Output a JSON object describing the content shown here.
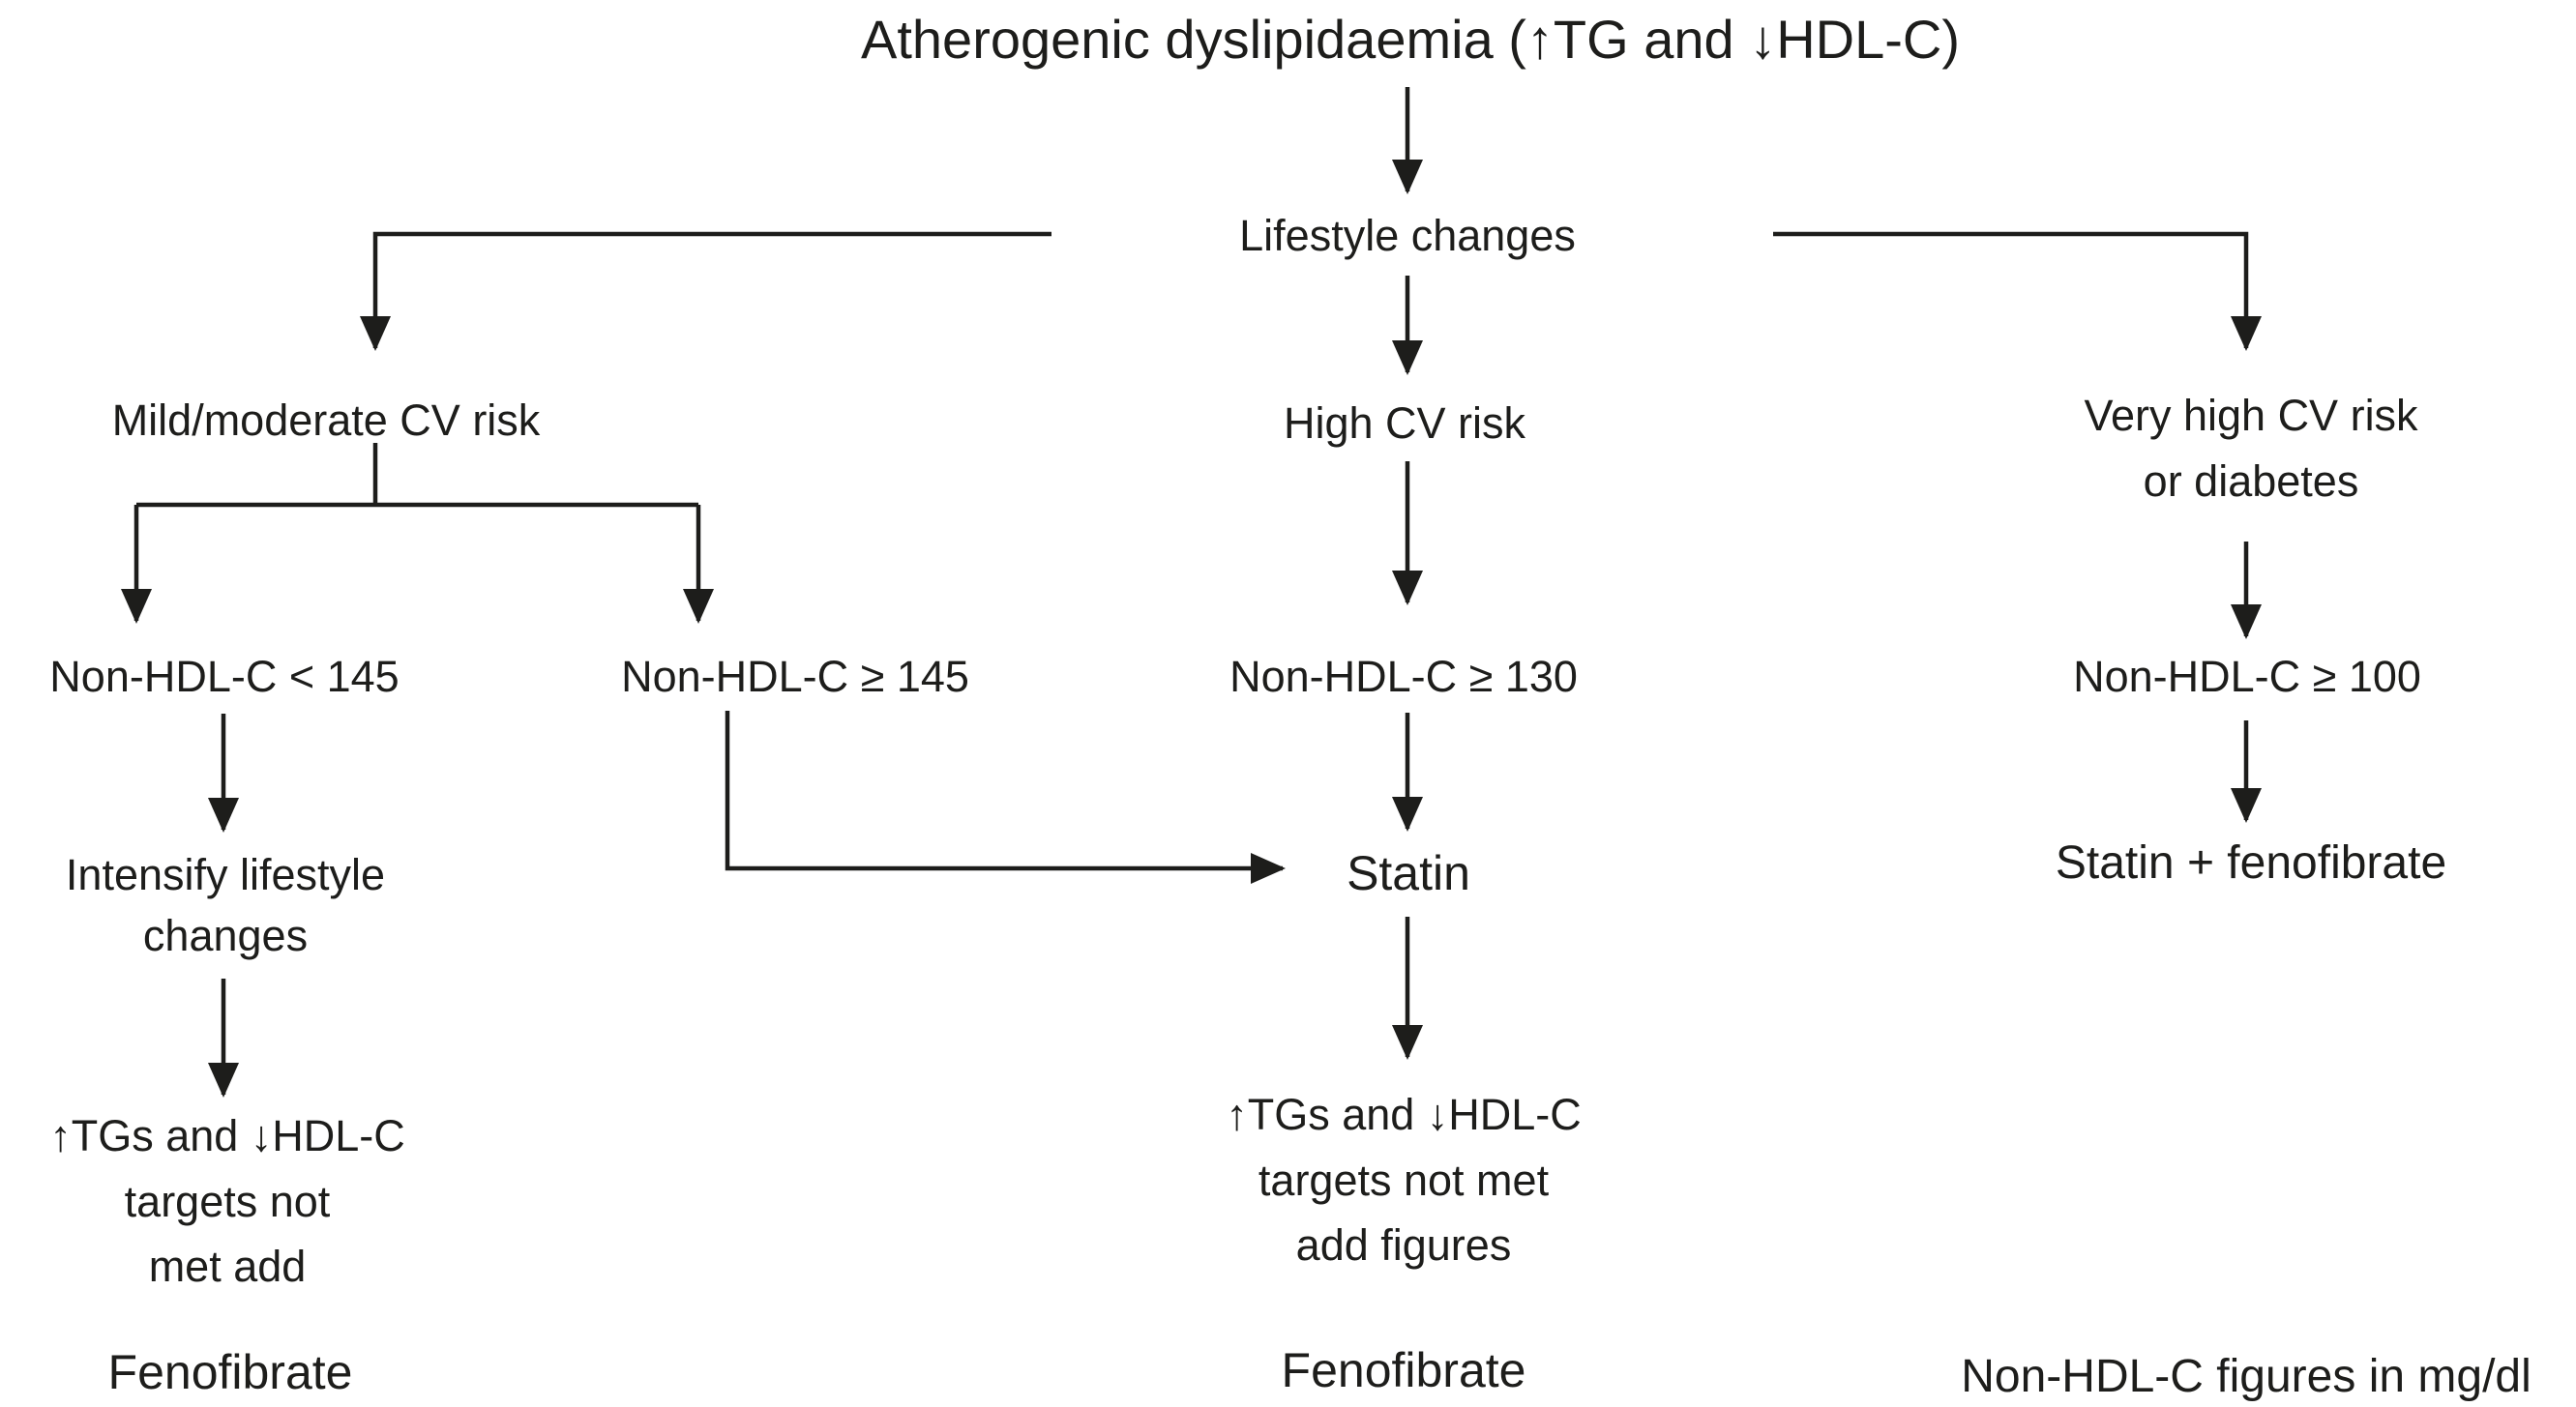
{
  "diagram": {
    "title": "Atherogenic dyslipidaemia (↑TG and ↓HDL-C)",
    "nodes": {
      "lifestyle": "Lifestyle changes",
      "mild_risk": "Mild/moderate CV risk",
      "high_risk": "High CV risk",
      "very_high_risk": [
        "Very high CV risk",
        "or diabetes"
      ],
      "non_hdl_lt_145": "Non-HDL-C < 145",
      "non_hdl_ge_145": "Non-HDL-C ≥ 145",
      "non_hdl_ge_130": "Non-HDL-C ≥ 130",
      "non_hdl_ge_100": "Non-HDL-C ≥ 100",
      "intensify": [
        "Intensify lifestyle",
        "changes"
      ],
      "statin": "Statin",
      "statin_fenofibrate": "Statin + fenofibrate",
      "left_outcome": [
        "↑TGs and ↓HDL-C",
        "targets not",
        "met add"
      ],
      "mid_outcome": [
        "↑TGs and ↓HDL-C",
        "targets not met",
        "add figures"
      ],
      "fenofibrate_left": "Fenofibrate",
      "fenofibrate_mid": "Fenofibrate",
      "units_note": "Non-HDL-C figures in mg/dl"
    },
    "colors": {
      "ink": "#1d1d1b",
      "background": "#ffffff"
    }
  }
}
